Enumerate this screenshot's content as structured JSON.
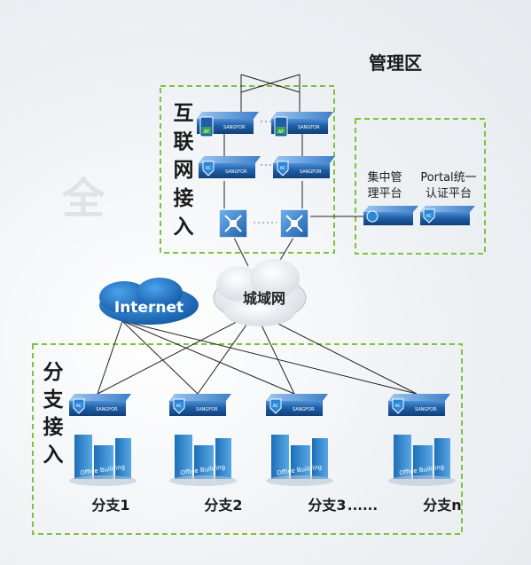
{
  "zones": {
    "management": "管理区",
    "internet_access": "互联网接入",
    "branch_access": "分支接入"
  },
  "clouds": {
    "internet": "Internet",
    "metro": "城域网"
  },
  "platforms": {
    "central_mgmt": [
      "集中管",
      "理平台"
    ],
    "portal": [
      "Portal统一",
      "认证平台"
    ]
  },
  "device_labels": {
    "af": "AF",
    "ac": "AC",
    "brand": "SANGFOR"
  },
  "building_label": "Office Building",
  "branches": [
    "分支1",
    "分支2",
    "分支3",
    "分支n"
  ],
  "branch_ellipsis": "......",
  "colors": {
    "dashed_border": "#7dc242",
    "device_blue": "#1f5fa8",
    "icon_blue": "#2a86d6",
    "af_green": "#3aa54a",
    "building_blue": "#2e86c9",
    "cloud_blue": "#1b6fc2",
    "line": "#222222"
  }
}
